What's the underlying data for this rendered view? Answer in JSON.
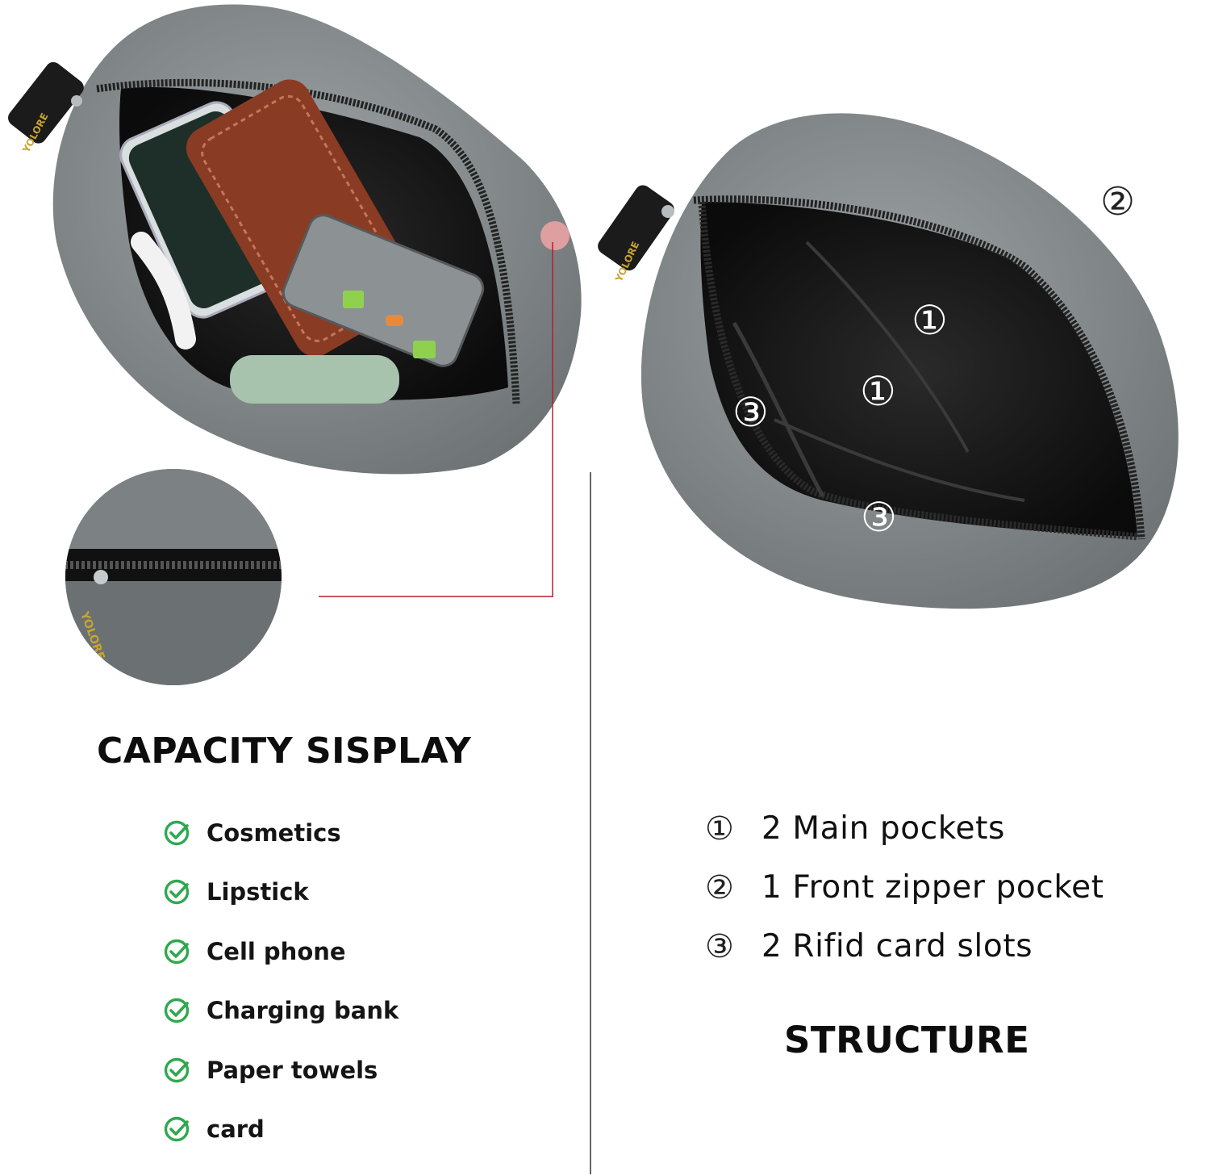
{
  "capacity": {
    "title": "CAPACITY SISPLAY",
    "items": [
      {
        "label": "Cosmetics",
        "icon": "check-circle-icon"
      },
      {
        "label": "Lipstick",
        "icon": "check-circle-icon"
      },
      {
        "label": "Cell phone",
        "icon": "check-circle-icon"
      },
      {
        "label": "Charging bank",
        "icon": "check-circle-icon"
      },
      {
        "label": "Paper towels",
        "icon": "check-circle-icon"
      },
      {
        "label": "card",
        "icon": "check-circle-icon"
      }
    ]
  },
  "structure": {
    "title": "STRUCTURE",
    "items": [
      {
        "num": "①",
        "label": "2 Main pockets"
      },
      {
        "num": "②",
        "label": "1 Front zipper pocket"
      },
      {
        "num": "③",
        "label": "2 Rifid card slots"
      }
    ]
  },
  "callouts": {
    "main_a": "①",
    "main_b": "①",
    "front": "②",
    "card_a": "③",
    "card_b": "③"
  },
  "colors": {
    "bag_grey": "#7f8587",
    "lining": "#141414",
    "check_green": "#2fa84f",
    "accent_red": "#b3202a",
    "divider": "#333333"
  }
}
